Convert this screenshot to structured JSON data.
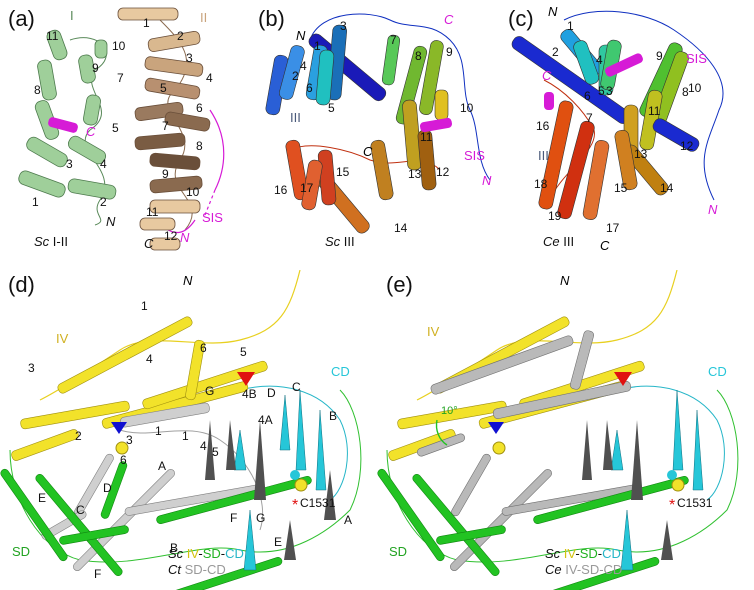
{
  "panels": {
    "a": {
      "label": "(a)",
      "domain_I": "I",
      "domain_II": "II",
      "left_helices": [
        "1",
        "2",
        "3",
        "4",
        "5",
        "7",
        "8",
        "9",
        "10",
        "11"
      ],
      "right_helices": [
        "1",
        "2",
        "3",
        "4",
        "5",
        "6",
        "7",
        "8",
        "9",
        "10",
        "11",
        "12"
      ],
      "terminals": {
        "n1": "N",
        "c1": "C",
        "n2": "N",
        "c2": "C"
      },
      "sis": "SIS",
      "caption_species": "Sc",
      "caption_domains": "I-II"
    },
    "b": {
      "label": "(b)",
      "domain": "III",
      "helices": [
        "1",
        "2",
        "3",
        "4",
        "5",
        "6",
        "7",
        "8",
        "9",
        "10",
        "11",
        "12",
        "13",
        "14",
        "15",
        "16",
        "17"
      ],
      "terminals": {
        "n": "N",
        "c": "C",
        "c2": "C",
        "n2": "N"
      },
      "sis": "SIS",
      "caption_species": "Sc",
      "caption_domain": "III"
    },
    "c": {
      "label": "(c)",
      "domain": "III",
      "helices": [
        "1",
        "2",
        "3",
        "4",
        "5",
        "6",
        "7",
        "8",
        "9",
        "10",
        "11",
        "12",
        "13",
        "14",
        "15",
        "16",
        "17",
        "18",
        "19"
      ],
      "terminals": {
        "n": "N",
        "c": "C",
        "c2": "C",
        "n2": "N"
      },
      "sis": "SIS",
      "caption_species": "Ce",
      "caption_domain": "III"
    },
    "d": {
      "label": "(d)",
      "iv": "IV",
      "sd": "SD",
      "cd": "CD",
      "n": "N",
      "residue": "C1531",
      "iv_helices": [
        "1",
        "2",
        "3",
        "4",
        "5",
        "6"
      ],
      "sd_letters": [
        "C",
        "D",
        "E",
        "F",
        "A",
        "B"
      ],
      "cd_labels": [
        "G",
        "D",
        "C",
        "B",
        "4B",
        "4A",
        "A",
        "E",
        "F",
        "G"
      ],
      "strand_nums": [
        "1",
        "2",
        "3",
        "4",
        "5",
        "6"
      ],
      "caption_species_1": "Sc",
      "caption_parts_1": [
        "IV",
        "-",
        "SD",
        "-",
        "CD"
      ],
      "caption_species_2": "Ct",
      "caption_parts_2": "SD-CD"
    },
    "e": {
      "label": "(e)",
      "iv": "IV",
      "sd": "SD",
      "cd": "CD",
      "n": "N",
      "residue": "C1531",
      "angle": "10°",
      "caption_species_1": "Sc",
      "caption_parts_1": [
        "IV",
        "-",
        "SD",
        "-",
        "CD"
      ],
      "caption_species_2": "Ce",
      "caption_parts_2": "IV-SD-CD"
    }
  },
  "colors": {
    "green_light": "#9fcf9a",
    "tan": "#d9b88f",
    "brown": "#8a6a4f",
    "magenta": "#d61bd6",
    "yellow": "#f2e22a",
    "bright_green": "#22c322",
    "cyan": "#26c6d8",
    "gray": "#b9b9b9",
    "red": "#e01010",
    "blue": "#1020d0",
    "domain_label": "#4a5a7a"
  }
}
